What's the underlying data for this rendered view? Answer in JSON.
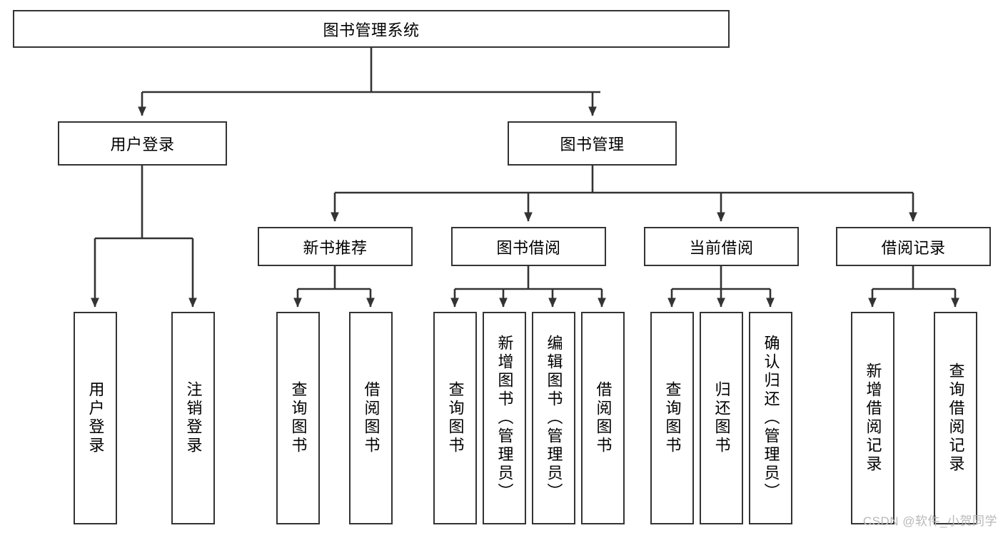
{
  "diagram": {
    "title": "图书管理系统",
    "type": "tree-hierarchy-diagram",
    "colors": {
      "node_border": "#333333",
      "node_fill": "#ffffff",
      "edge": "#333333",
      "background": "#ffffff",
      "watermark": "#b8b8b8"
    },
    "root": {
      "label": "图书管理系统"
    },
    "level2": [
      {
        "label": "用户登录"
      },
      {
        "label": "图书管理"
      }
    ],
    "level3": [
      {
        "label": "新书推荐"
      },
      {
        "label": "图书借阅"
      },
      {
        "label": "当前借阅"
      },
      {
        "label": "借阅记录"
      }
    ],
    "leaves_user_login": [
      {
        "label": "用户登录"
      },
      {
        "label": "注销登录"
      }
    ],
    "leaves_new_books": [
      {
        "label": "查询图书"
      },
      {
        "label": "借阅图书"
      }
    ],
    "leaves_borrow": [
      {
        "label": "查询图书"
      },
      {
        "label": "新增图书（管理员）"
      },
      {
        "label": "编辑图书（管理员）"
      },
      {
        "label": "借阅图书"
      }
    ],
    "leaves_current": [
      {
        "label": "查询图书"
      },
      {
        "label": "归还图书"
      },
      {
        "label": "确认归还（管理员）"
      }
    ],
    "leaves_records": [
      {
        "label": "新增借阅记录"
      },
      {
        "label": "查询借阅记录"
      }
    ]
  },
  "watermark": {
    "text": "CSDN @软件_小贺同学"
  }
}
